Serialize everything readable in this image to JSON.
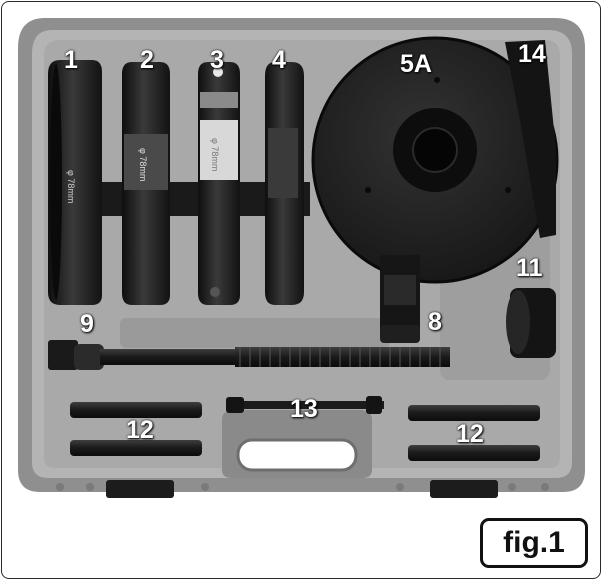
{
  "figure": {
    "label": "fig.1"
  },
  "callouts": {
    "c1": "1",
    "c2": "2",
    "c3": "3",
    "c4": "4",
    "c5a": "5A",
    "c14": "14",
    "c11": "11",
    "c9": "9",
    "c8": "8",
    "c13": "13",
    "c12_left": "12",
    "c12_right": "12"
  },
  "engraving": {
    "ring_size": "φ 78mm"
  }
}
